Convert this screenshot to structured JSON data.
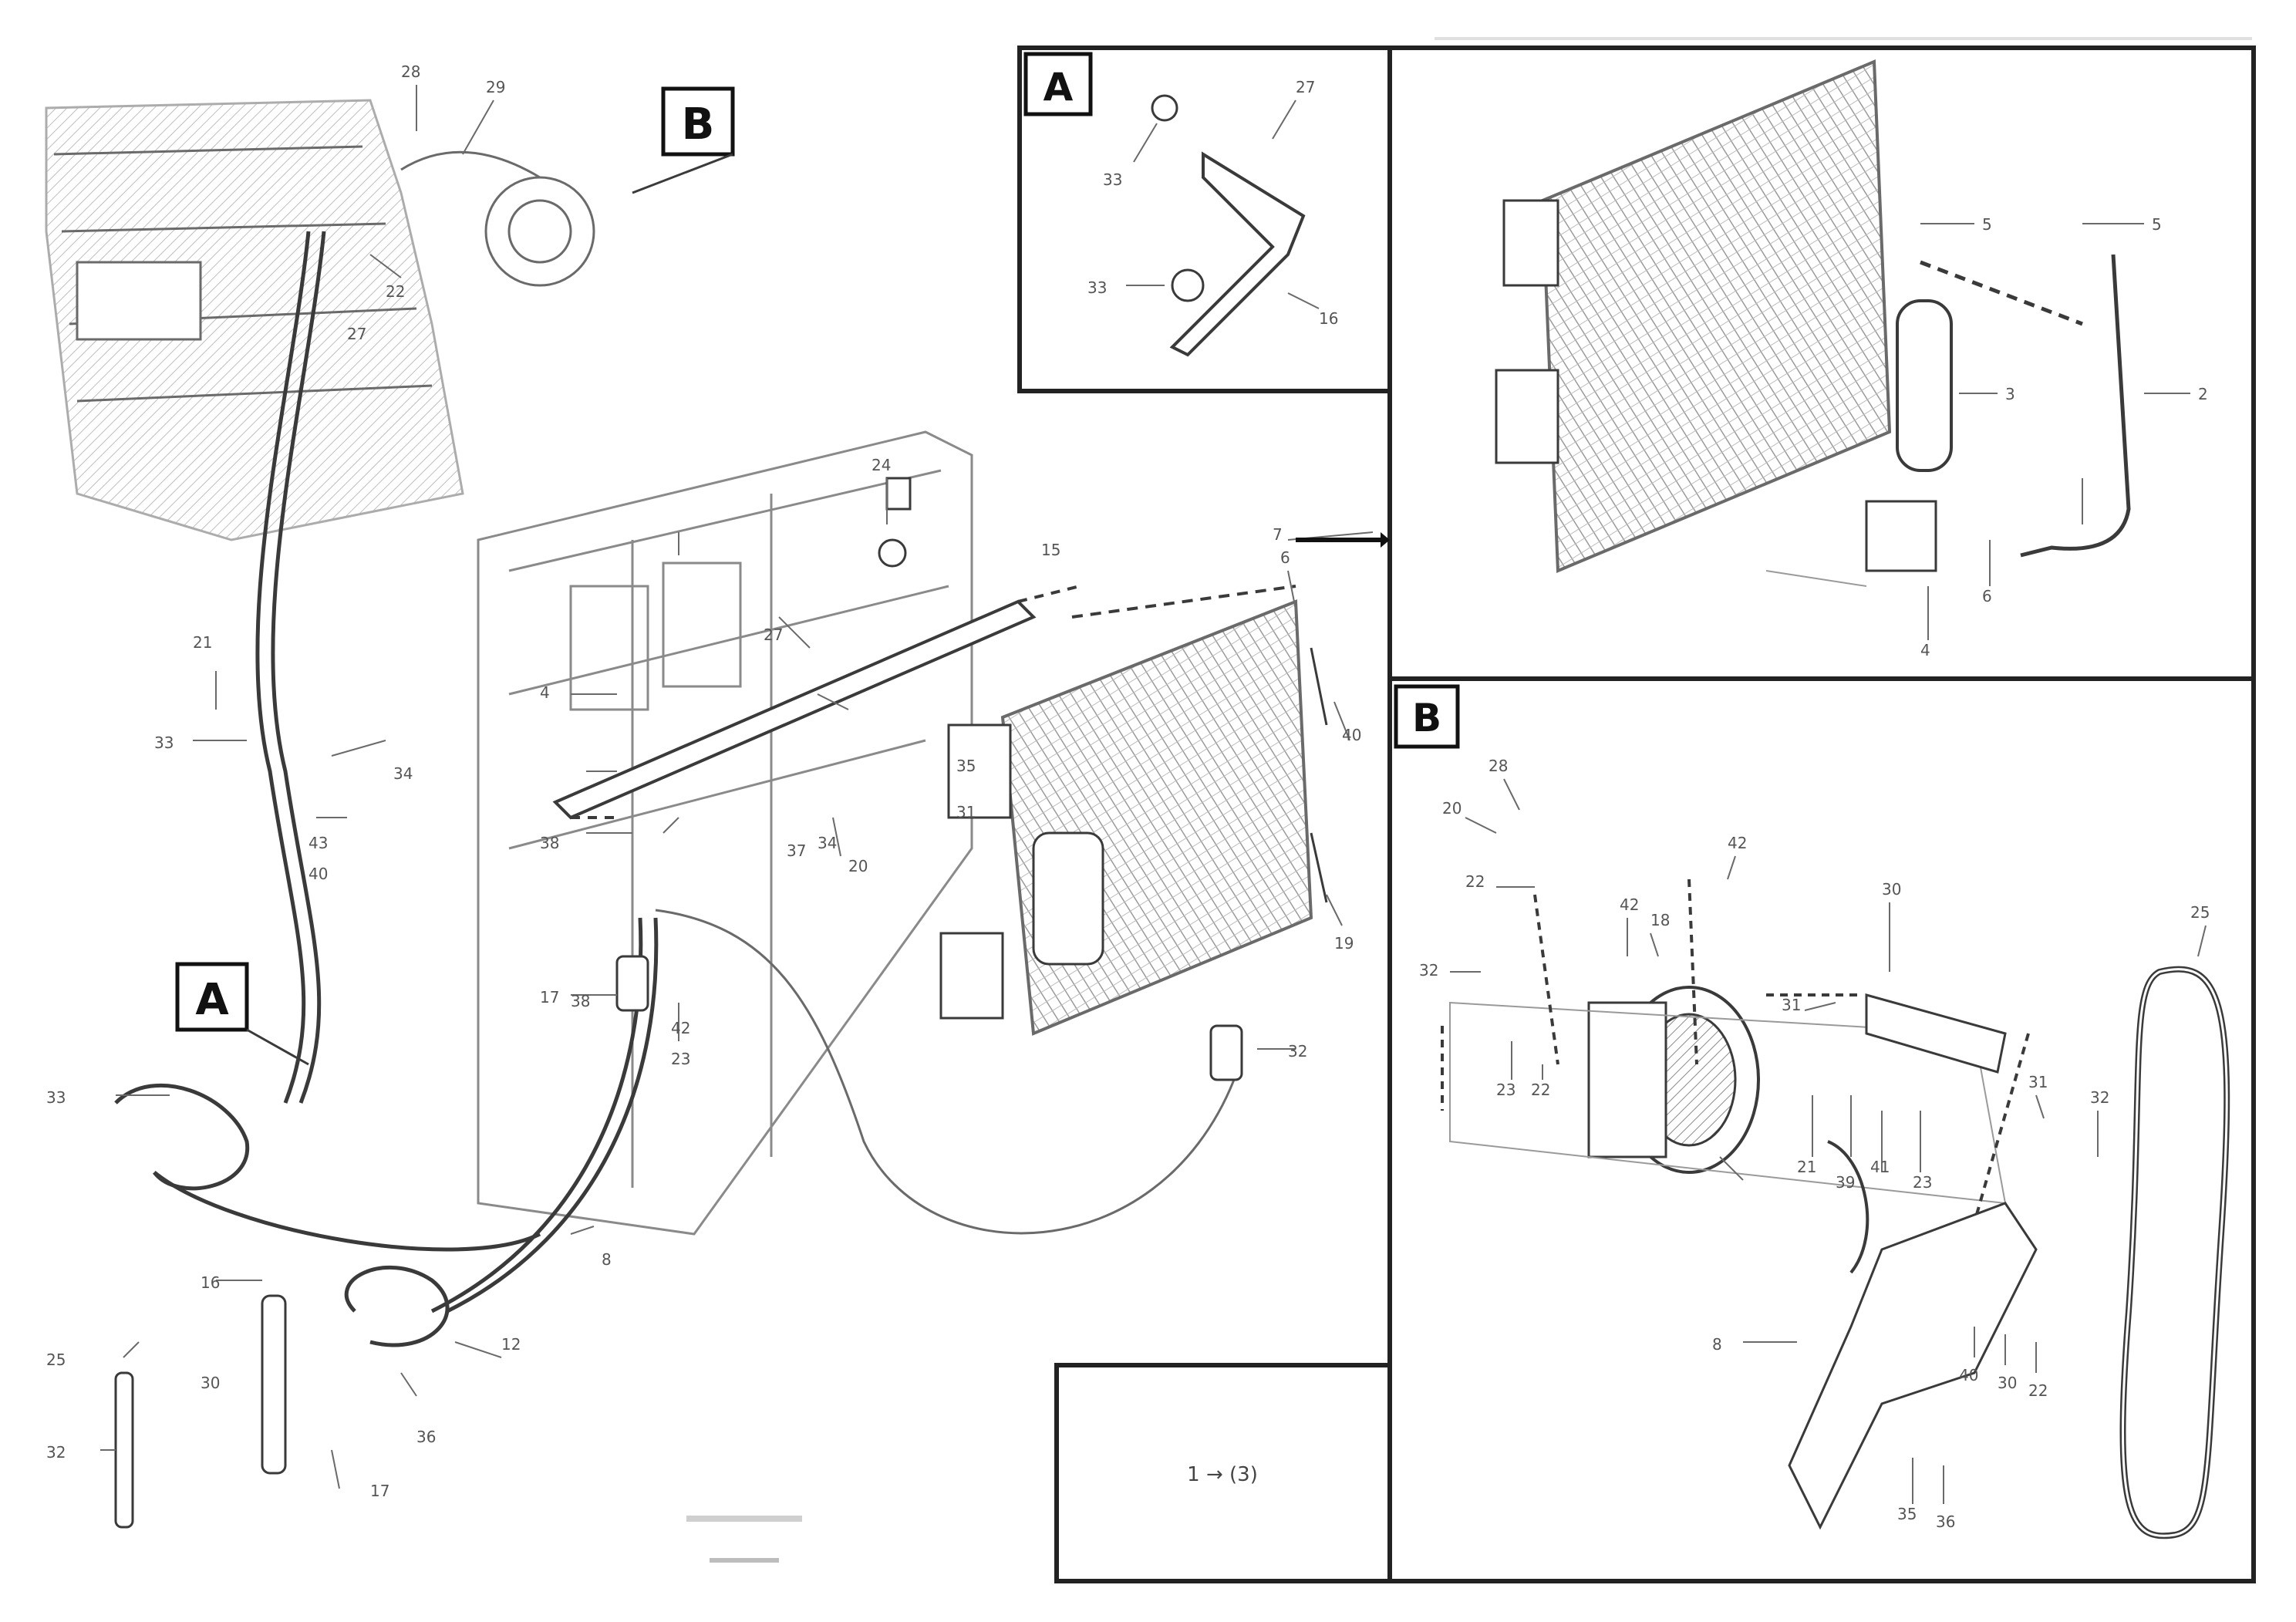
{
  "views": {
    "a_label": "A",
    "b_label": "B",
    "b_marker_label": "B",
    "a_marker_label": "A"
  },
  "legend": {
    "text": "1 → (3)"
  },
  "footer": {
    "line1": "",
    "line2": "",
    "line3": ""
  },
  "callouts": {
    "main": [
      "28",
      "29",
      "22",
      "27",
      "21",
      "33",
      "27",
      "24",
      "6",
      "15",
      "7",
      "4",
      "38",
      "40",
      "34",
      "19",
      "17",
      "23",
      "32",
      "34",
      "43",
      "40",
      "8",
      "33",
      "16",
      "12",
      "30",
      "36",
      "25",
      "32",
      "17",
      "38",
      "37",
      "35",
      "31",
      "20",
      "42"
    ],
    "view_a": [
      "27",
      "33",
      "33",
      "16"
    ],
    "view_top": [
      "5",
      "5",
      "3",
      "2",
      "6",
      "4"
    ],
    "view_b": [
      "28",
      "20",
      "22",
      "32",
      "42",
      "18",
      "42",
      "30",
      "31",
      "23",
      "22",
      "21",
      "39",
      "41",
      "23",
      "31",
      "32",
      "40",
      "30",
      "22",
      "8",
      "35",
      "36",
      "25"
    ]
  },
  "colors": {
    "line": "#3a3a3a",
    "faint": "#9a9a9a",
    "frame": "#222222"
  }
}
